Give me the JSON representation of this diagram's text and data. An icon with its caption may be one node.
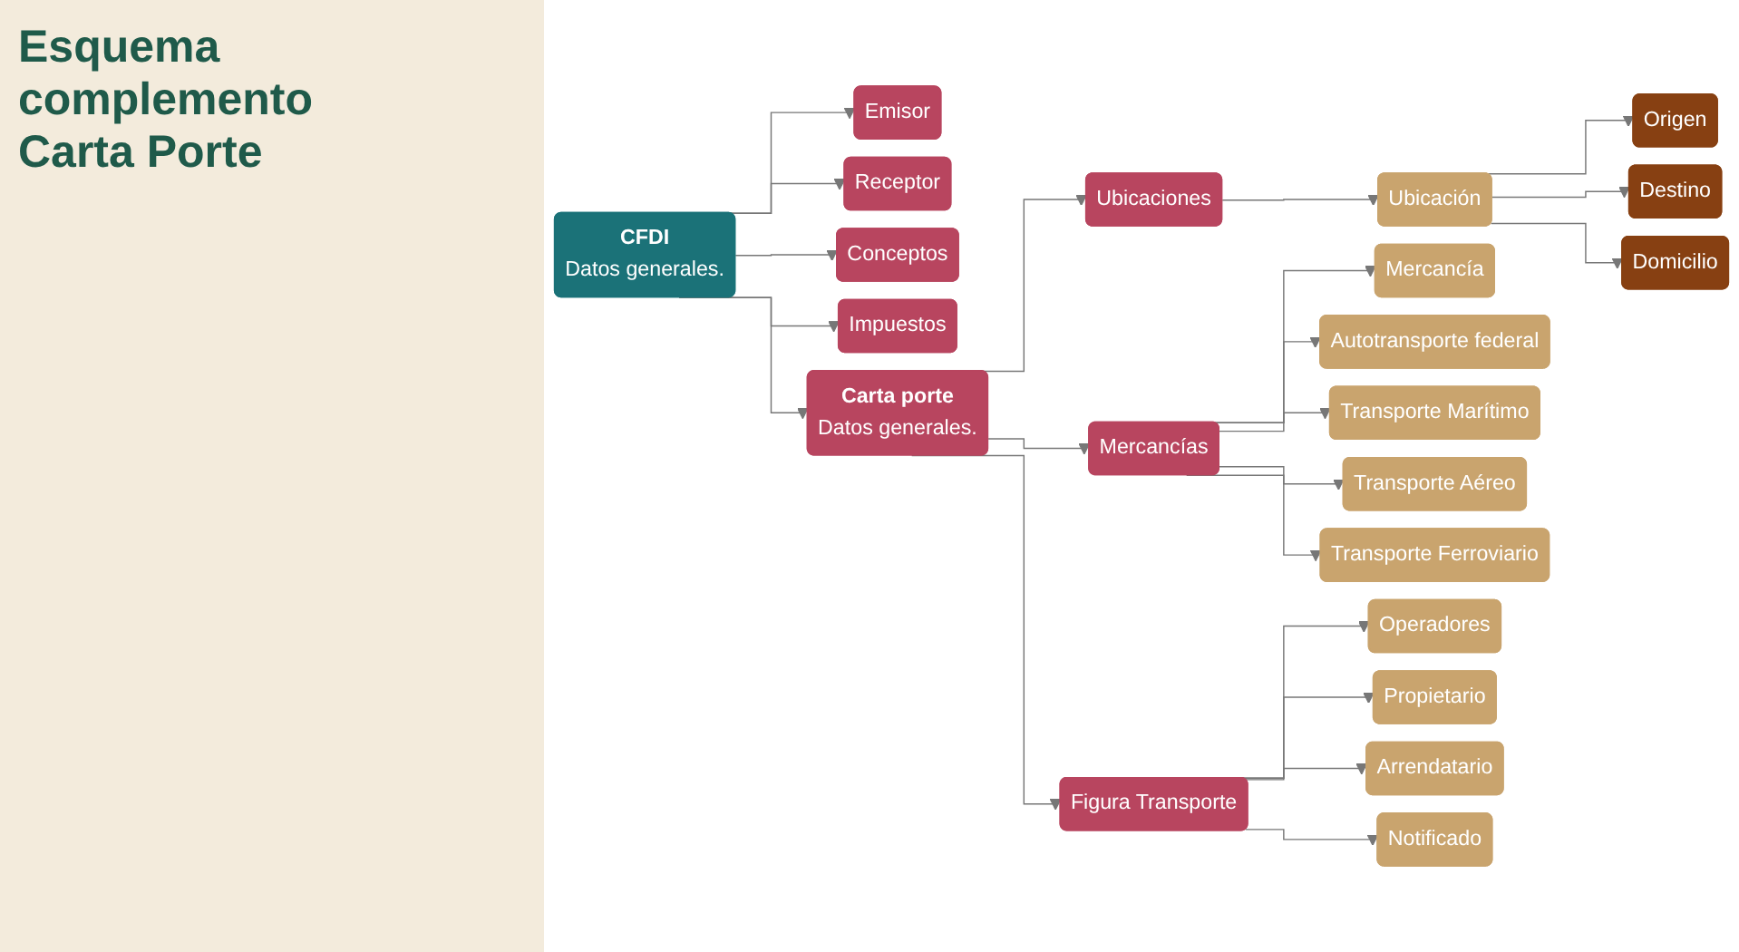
{
  "diagram": {
    "title": "Esquema complemento Carta Porte",
    "nodes": [
      {
        "text": [
          "CFDI",
          "Datos generales."
        ]
      },
      {
        "text": [
          "Emisor"
        ]
      },
      {
        "text": [
          "Receptor"
        ]
      },
      {
        "text": [
          "Conceptos"
        ]
      },
      {
        "text": [
          "Impuestos"
        ]
      },
      {
        "text": [
          "Carta porte",
          "Datos generales."
        ]
      },
      {
        "text": [
          "Ubicaciones"
        ]
      },
      {
        "text": [
          "Mercancías"
        ]
      },
      {
        "text": [
          "Figura Transporte"
        ]
      },
      {
        "text": [
          "Ubicación"
        ]
      },
      {
        "text": [
          "Origen"
        ]
      },
      {
        "text": [
          "Destino"
        ]
      },
      {
        "text": [
          "Domicilio"
        ]
      },
      {
        "text": [
          "Mercancía"
        ]
      },
      {
        "text": [
          "Autotransporte federal"
        ]
      },
      {
        "text": [
          "Transporte Marítimo"
        ]
      },
      {
        "text": [
          "Transporte Aéreo"
        ]
      },
      {
        "text": [
          "Transporte Ferroviario"
        ]
      },
      {
        "text": [
          "Operadores"
        ]
      },
      {
        "text": [
          "Propietario"
        ]
      },
      {
        "text": [
          "Arrendatario"
        ]
      },
      {
        "text": [
          "Notificado"
        ]
      }
    ],
    "edges": [
      {
        "from": 0,
        "to": 1,
        "arrow": "to"
      },
      {
        "from": 0,
        "to": 2,
        "arrow": "to"
      },
      {
        "from": 0,
        "to": 3,
        "arrow": "to"
      },
      {
        "from": 0,
        "to": 4,
        "arrow": "to"
      },
      {
        "from": 0,
        "to": 5,
        "arrow": "to"
      },
      {
        "from": 5,
        "to": 6,
        "arrow": "to"
      },
      {
        "from": 5,
        "to": 7,
        "arrow": "to"
      },
      {
        "from": 5,
        "to": 8,
        "arrow": "to"
      },
      {
        "from": 6,
        "to": 9,
        "arrow": "to"
      },
      {
        "from": 9,
        "to": 10,
        "arrow": "to"
      },
      {
        "from": 9,
        "to": 11,
        "arrow": "to"
      },
      {
        "from": 9,
        "to": 12,
        "arrow": "to"
      },
      {
        "from": 7,
        "to": 13,
        "arrow": "to"
      },
      {
        "from": 7,
        "to": 14,
        "arrow": "to"
      },
      {
        "from": 7,
        "to": 15,
        "arrow": "to"
      },
      {
        "from": 7,
        "to": 16,
        "arrow": "to"
      },
      {
        "from": 7,
        "to": 17,
        "arrow": "to"
      },
      {
        "from": 8,
        "to": 18,
        "arrow": "to"
      },
      {
        "from": 8,
        "to": 19,
        "arrow": "to"
      },
      {
        "from": 8,
        "to": 20,
        "arrow": "to"
      },
      {
        "from": 8,
        "to": 21,
        "arrow": "to"
      }
    ]
  }
}
